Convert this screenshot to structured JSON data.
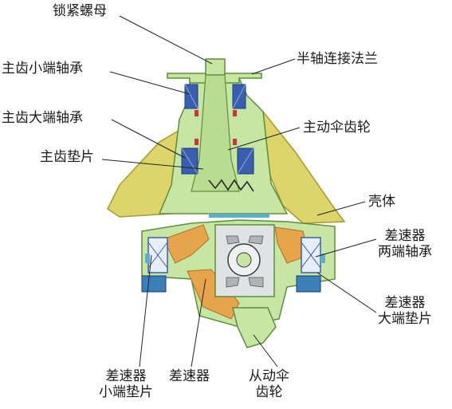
{
  "labels": {
    "lock_nut": "锁紧螺母",
    "pinion_small_bearing": "主齿小端轴承",
    "pinion_large_bearing": "主齿大端轴承",
    "pinion_shim": "主齿垫片",
    "half_shaft_flange": "半轴连接法兰",
    "drive_bevel_gear": "主动伞齿轮",
    "housing": "壳体",
    "diff_bearings_l1": "差速器",
    "diff_bearings_l2": "两端轴承",
    "diff_large_shim_l1": "差速器",
    "diff_large_shim_l2": "大端垫片",
    "diff_small_shim_l1": "差速器",
    "diff_small_shim_l2": "小端垫片",
    "differential": "差速器",
    "driven_bevel_gear_l1": "从动伞",
    "driven_bevel_gear_l2": "齿轮"
  },
  "colors": {
    "shaft_green": "#c7e6a4",
    "outline_green": "#5a8f3a",
    "housing_yellow": "#ddd46a",
    "ring_orange": "#e8a44a",
    "bearing_blue": "#3a5fb0",
    "bearing_teal": "#5ab0c8",
    "pinion_gray": "#d4d8dc",
    "leader_line": "#222222",
    "text": "#1a1a1a"
  }
}
